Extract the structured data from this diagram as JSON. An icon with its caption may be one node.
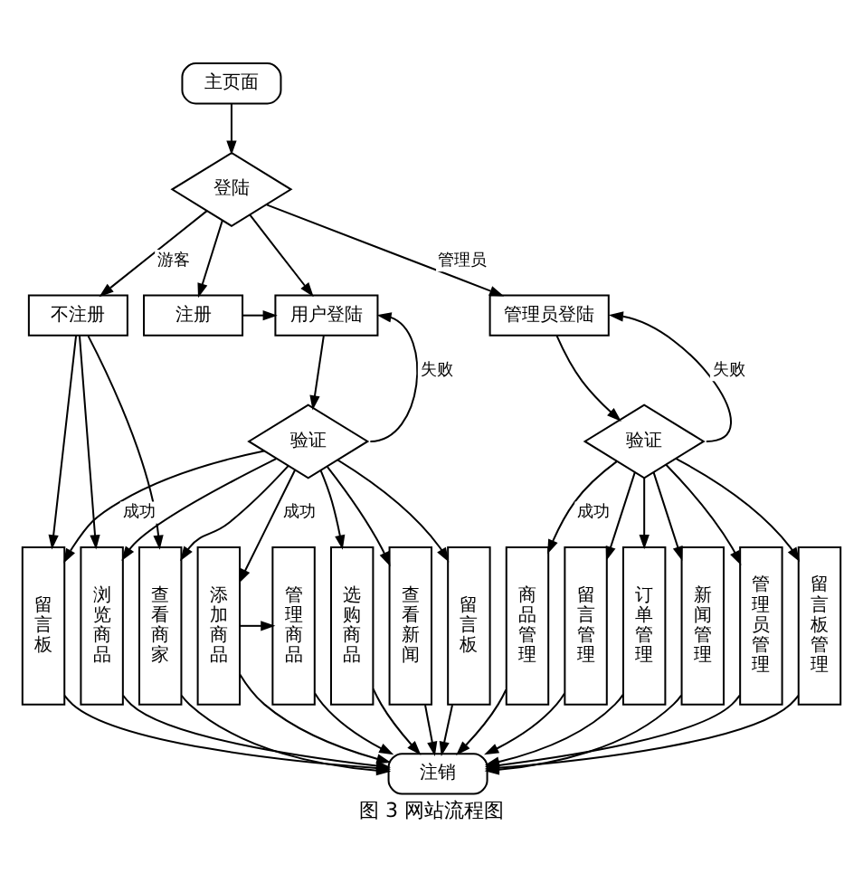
{
  "diagram": {
    "caption": "图 3 网站流程图",
    "nodes": [
      {
        "text": [
          "主页面"
        ]
      },
      {
        "text": [
          "登陆"
        ]
      },
      {
        "text": [
          "不注册"
        ]
      },
      {
        "text": [
          "注册"
        ]
      },
      {
        "text": [
          "用户登陆"
        ]
      },
      {
        "text": [
          "管理员登陆"
        ]
      },
      {
        "text": [
          "验证"
        ]
      },
      {
        "text": [
          "验证"
        ]
      },
      {
        "text": [
          "留言板"
        ]
      },
      {
        "text": [
          "浏览商品"
        ]
      },
      {
        "text": [
          "查看商家"
        ]
      },
      {
        "text": [
          "添加商品"
        ]
      },
      {
        "text": [
          "管理商品"
        ]
      },
      {
        "text": [
          "选购商品"
        ]
      },
      {
        "text": [
          "查看新闻"
        ]
      },
      {
        "text": [
          "留言板"
        ]
      },
      {
        "text": [
          "商品管理"
        ]
      },
      {
        "text": [
          "留言管理"
        ]
      },
      {
        "text": [
          "订单管理"
        ]
      },
      {
        "text": [
          "新闻管理"
        ]
      },
      {
        "text": [
          "管理员管理"
        ]
      },
      {
        "text": [
          "留言板管理"
        ]
      },
      {
        "text": [
          "注销"
        ]
      }
    ],
    "edges": [
      {
        "from": 0,
        "to": 1,
        "arrow": "to"
      },
      {
        "from": 1,
        "to": 2,
        "arrow": "to",
        "label": "游客"
      },
      {
        "from": 1,
        "to": 3,
        "arrow": "to"
      },
      {
        "from": 1,
        "to": 4,
        "arrow": "to"
      },
      {
        "from": 1,
        "to": 5,
        "arrow": "to",
        "label": "管理员"
      },
      {
        "from": 3,
        "to": 4,
        "arrow": "to"
      },
      {
        "from": 4,
        "to": 6,
        "arrow": "to"
      },
      {
        "from": 6,
        "to": 4,
        "arrow": "to",
        "label": "失败"
      },
      {
        "from": 5,
        "to": 7,
        "arrow": "to"
      },
      {
        "from": 7,
        "to": 5,
        "arrow": "to",
        "label": "失败"
      },
      {
        "from": 2,
        "to": 8,
        "arrow": "to"
      },
      {
        "from": 2,
        "to": 9,
        "arrow": "to"
      },
      {
        "from": 2,
        "to": 10,
        "arrow": "to"
      },
      {
        "from": 6,
        "to": 8,
        "arrow": "to",
        "label": "成功"
      },
      {
        "from": 6,
        "to": 9,
        "arrow": "to"
      },
      {
        "from": 6,
        "to": 10,
        "arrow": "to"
      },
      {
        "from": 6,
        "to": 11,
        "arrow": "to",
        "label": "成功"
      },
      {
        "from": 6,
        "to": 13,
        "arrow": "to"
      },
      {
        "from": 6,
        "to": 14,
        "arrow": "to"
      },
      {
        "from": 6,
        "to": 15,
        "arrow": "to"
      },
      {
        "from": 11,
        "to": 12,
        "arrow": "to"
      },
      {
        "from": 7,
        "to": 16,
        "arrow": "to",
        "label": "成功"
      },
      {
        "from": 7,
        "to": 17,
        "arrow": "to"
      },
      {
        "from": 7,
        "to": 18,
        "arrow": "to"
      },
      {
        "from": 7,
        "to": 19,
        "arrow": "to"
      },
      {
        "from": 7,
        "to": 20,
        "arrow": "to"
      },
      {
        "from": 7,
        "to": 21,
        "arrow": "to"
      },
      {
        "from": 8,
        "to": 22,
        "arrow": "to"
      },
      {
        "from": 9,
        "to": 22,
        "arrow": "to"
      },
      {
        "from": 10,
        "to": 22,
        "arrow": "to"
      },
      {
        "from": 11,
        "to": 22,
        "arrow": "to"
      },
      {
        "from": 12,
        "to": 22,
        "arrow": "to"
      },
      {
        "from": 13,
        "to": 22,
        "arrow": "to"
      },
      {
        "from": 14,
        "to": 22,
        "arrow": "to"
      },
      {
        "from": 15,
        "to": 22,
        "arrow": "to"
      },
      {
        "from": 16,
        "to": 22,
        "arrow": "to"
      },
      {
        "from": 17,
        "to": 22,
        "arrow": "to"
      },
      {
        "from": 18,
        "to": 22,
        "arrow": "to"
      },
      {
        "from": 19,
        "to": 22,
        "arrow": "to"
      },
      {
        "from": 20,
        "to": 22,
        "arrow": "to"
      },
      {
        "from": 21,
        "to": 22,
        "arrow": "to"
      }
    ]
  }
}
